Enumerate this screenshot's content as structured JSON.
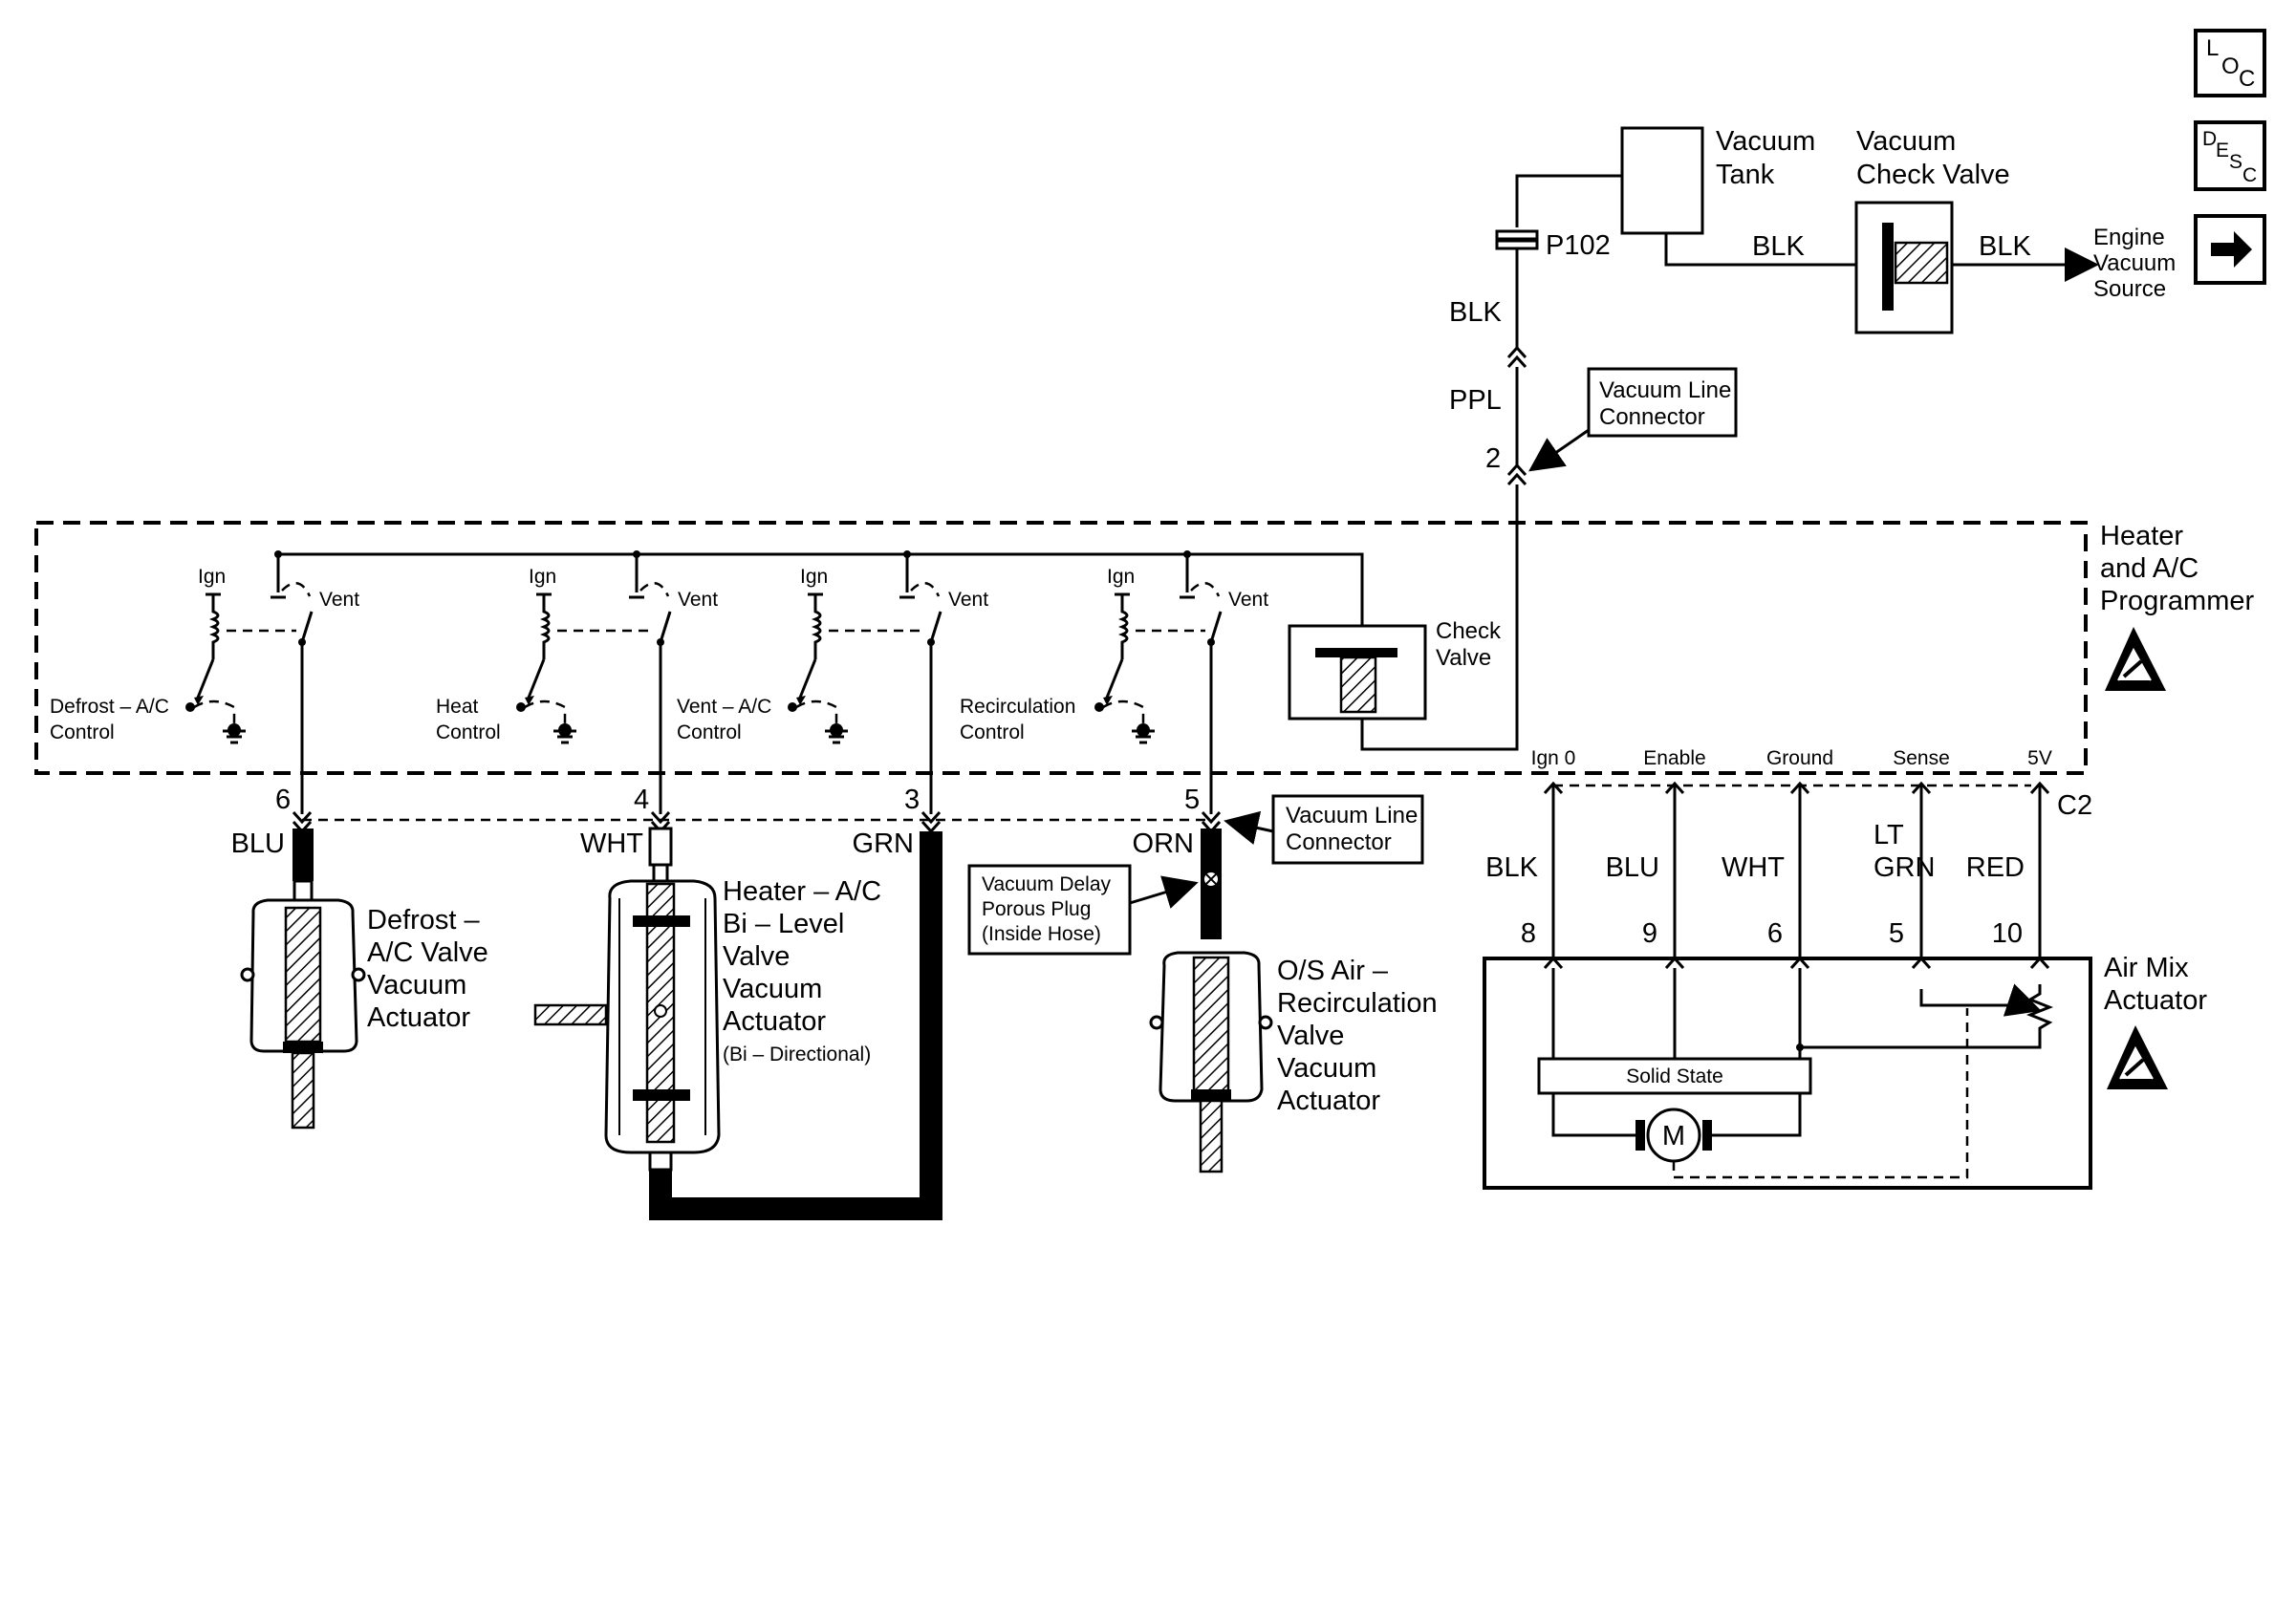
{
  "nav": {
    "loc": {
      "top": "L",
      "mid": "O",
      "bot": "C"
    },
    "desc": {
      "top": "D",
      "mid": "E",
      "mid2": "S",
      "bot": "C"
    },
    "next_icon": "arrow-right-icon"
  },
  "supply": {
    "vacuum_tank": [
      "Vacuum",
      "Tank"
    ],
    "check_valve": [
      "Vacuum",
      "Check Valve"
    ],
    "engine_source": [
      "Engine",
      "Vacuum",
      "Source"
    ],
    "blk_left": "BLK",
    "blk_right": "BLK",
    "p102": "P102",
    "blk_vertical": "BLK",
    "ppl": "PPL",
    "pin_2": "2",
    "connector_callout": [
      "Vacuum Line",
      "Connector"
    ]
  },
  "programmer": {
    "title": [
      "Heater",
      "and A/C",
      "Programmer"
    ],
    "check_valve": [
      "Check",
      "Valve"
    ],
    "switches": [
      {
        "ign": "Ign",
        "vent": "Vent",
        "label": [
          "Defrost – A/C",
          "Control"
        ]
      },
      {
        "ign": "Ign",
        "vent": "Vent",
        "label": [
          "Heat",
          "Control"
        ]
      },
      {
        "ign": "Ign",
        "vent": "Vent",
        "label": [
          "Vent – A/C",
          "Control"
        ]
      },
      {
        "ign": "Ign",
        "vent": "Vent",
        "label": [
          "Recirculation",
          "Control"
        ]
      }
    ]
  },
  "outputs": [
    {
      "pin": "6",
      "color": "BLU"
    },
    {
      "pin": "4",
      "color": "WHT"
    },
    {
      "pin": "3",
      "color": "GRN"
    },
    {
      "pin": "5",
      "color": "ORN"
    }
  ],
  "actuators": {
    "defrost": [
      "Defrost –",
      "A/C Valve",
      "Vacuum",
      "Actuator"
    ],
    "heater": [
      "Heater – A/C",
      "Bi – Level",
      "Valve",
      "Vacuum",
      "Actuator",
      "(Bi – Directional)"
    ],
    "recirc": [
      "O/S Air –",
      "Recirculation",
      "Valve",
      "Vacuum",
      "Actuator"
    ],
    "delay_plug": [
      "Vacuum Delay",
      "Porous Plug",
      "(Inside Hose)"
    ],
    "orn_connector": [
      "Vacuum Line",
      "Connector"
    ]
  },
  "air_mix": {
    "title": [
      "Air Mix",
      "Actuator"
    ],
    "connector": "C2",
    "signals": [
      "Ign 0",
      "Enable",
      "Ground",
      "Sense",
      "5V"
    ],
    "wire_colors": [
      "BLK",
      "BLU",
      "WHT",
      [
        "LT",
        "GRN"
      ],
      "RED"
    ],
    "pins": [
      "8",
      "9",
      "6",
      "5",
      "10"
    ],
    "solid_state": "Solid State",
    "motor": "M"
  },
  "colors": {
    "ink": "#000000",
    "background": "#ffffff"
  }
}
